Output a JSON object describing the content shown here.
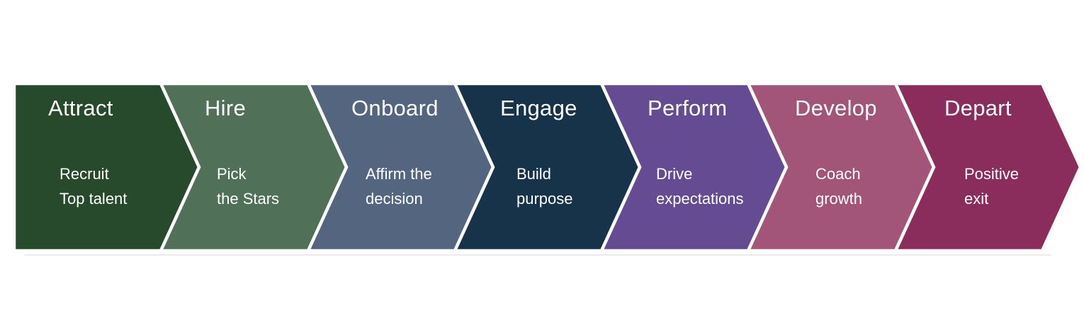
{
  "diagram": {
    "type": "chevron-process",
    "background_color": "#ffffff",
    "separator_color": "#ffffff",
    "text_color": "#ffffff",
    "stages": [
      {
        "label": "Attract",
        "subtitle": "Recruit\nTop talent",
        "color": "#264a2b"
      },
      {
        "label": "Hire",
        "subtitle": "Pick\nthe Stars",
        "color": "#507157"
      },
      {
        "label": "Onboard",
        "subtitle": "Affirm the\ndecision",
        "color": "#53657f"
      },
      {
        "label": "Engage",
        "subtitle": "Build\npurpose",
        "color": "#163349"
      },
      {
        "label": "Perform",
        "subtitle": "Drive\nexpectations",
        "color": "#654b91"
      },
      {
        "label": "Develop",
        "subtitle": "Coach\ngrowth",
        "color": "#a25479"
      },
      {
        "label": "Depart",
        "subtitle": "Positive\nexit",
        "color": "#8b2d5c"
      }
    ]
  }
}
